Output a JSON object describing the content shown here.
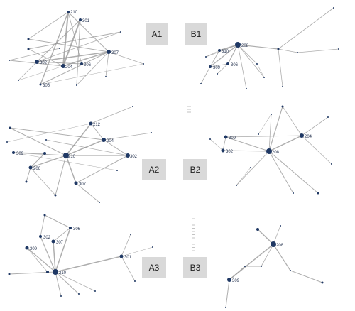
{
  "colors": {
    "node": "#1f3864",
    "edge": "#9a9a9a",
    "label_box": "#d9d9d9",
    "label_text": "#222222"
  },
  "panels": [
    {
      "id": "A1",
      "label": "A1"
    },
    {
      "id": "B1",
      "label": "B1"
    },
    {
      "id": "A2",
      "label": "A2"
    },
    {
      "id": "B2",
      "label": "B2"
    },
    {
      "id": "A3",
      "label": "A3"
    },
    {
      "id": "B3",
      "label": "B3"
    }
  ],
  "node_labels": {
    "A1": [
      "302",
      "301",
      "307",
      "306",
      "204",
      "210",
      "305"
    ],
    "B1": [
      "208",
      "310",
      "309",
      "306"
    ],
    "A2": [
      "212",
      "204",
      "309",
      "210",
      "302",
      "206",
      "307"
    ],
    "B2": [
      "309",
      "204",
      "302",
      "208"
    ],
    "A3": [
      "306",
      "302",
      "307",
      "309",
      "210",
      "301"
    ],
    "B3": [
      "208",
      "309"
    ]
  }
}
